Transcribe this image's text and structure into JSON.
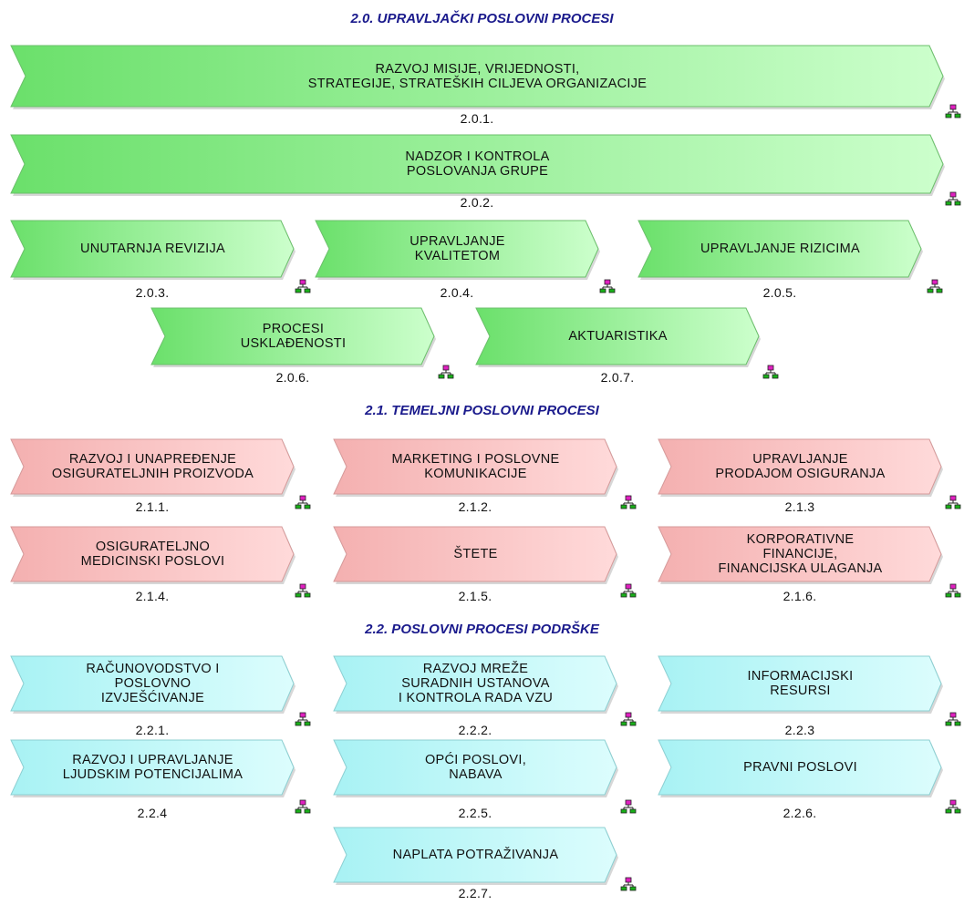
{
  "sections": [
    {
      "title": "2.0. UPRAVLJAČKI  POSLOVNI PROCESI",
      "theme": "green",
      "processes": [
        {
          "label": "RAZVOJ MISIJE, VRIJEDNOSTI,\nSTRATEGIJE, STRATEŠKIH CILJEVA ORGANIZACIJE",
          "code": "2.0.1."
        },
        {
          "label": "NADZOR I KONTROLA\nPOSLOVANJA GRUPE",
          "code": "2.0.2."
        },
        {
          "label": "UNUTARNJA REVIZIJA",
          "code": "2.0.3."
        },
        {
          "label": "UPRAVLJANJE\nKVALITETOM",
          "code": "2.0.4."
        },
        {
          "label": "UPRAVLJANJE RIZICIMA",
          "code": "2.0.5."
        },
        {
          "label": "PROCESI\nUSKLAĐENOSTI",
          "code": "2.0.6."
        },
        {
          "label": "AKTUARISTIKA",
          "code": "2.0.7."
        }
      ]
    },
    {
      "title": "2.1. TEMELJNI POSLOVNI PROCESI",
      "theme": "red",
      "processes": [
        {
          "label": "RAZVOJ I UNAPREĐENJE\nOSIGURATELJNIH PROIZVODA",
          "code": "2.1.1."
        },
        {
          "label": "MARKETING I POSLOVNE\nKOMUNIKACIJE",
          "code": "2.1.2."
        },
        {
          "label": "UPRAVLJANJE\nPRODAJOM OSIGURANJA",
          "code": "2.1.3"
        },
        {
          "label": "OSIGURATELJNO\nMEDICINSKI POSLOVI",
          "code": "2.1.4."
        },
        {
          "label": "ŠTETE",
          "code": "2.1.5."
        },
        {
          "label": "KORPORATIVNE\nFINANCIJE,\nFINANCIJSKA ULAGANJA",
          "code": "2.1.6."
        }
      ]
    },
    {
      "title": "2.2. POSLOVNI PROCESI PODRŠKE",
      "theme": "cyan",
      "processes": [
        {
          "label": "RAČUNOVODSTVO I\nPOSLOVNO\nIZVJEŠĆIVANJE",
          "code": "2.2.1."
        },
        {
          "label": "RAZVOJ MREŽE\nSURADNIH USTANOVA\nI KONTROLA RADA VZU",
          "code": "2.2.2."
        },
        {
          "label": "INFORMACIJSKI\nRESURSI",
          "code": "2.2.3"
        },
        {
          "label": "RAZVOJ I UPRAVLJANJE\nLJUDSKIM POTENCIJALIMA",
          "code": "2.2.4"
        },
        {
          "label": "OPĆI POSLOVI,\nNABAVA",
          "code": "2.2.5."
        },
        {
          "label": "PRAVNI POSLOVI",
          "code": "2.2.6."
        },
        {
          "label": "NAPLATA POTRAŽIVANJA",
          "code": "2.2.7."
        }
      ]
    }
  ],
  "colors": {
    "green": {
      "left": "#6be06b",
      "right": "#ccffcc",
      "stroke": "#6bbf6b"
    },
    "red": {
      "left": "#f4b0b0",
      "right": "#ffdada",
      "stroke": "#d59a9a"
    },
    "cyan": {
      "left": "#a8f2f4",
      "right": "#dcfdfd",
      "stroke": "#8ccfd2"
    },
    "title": "#1a1a8c"
  },
  "icons": {
    "subprocess": "subprocess-icon"
  }
}
